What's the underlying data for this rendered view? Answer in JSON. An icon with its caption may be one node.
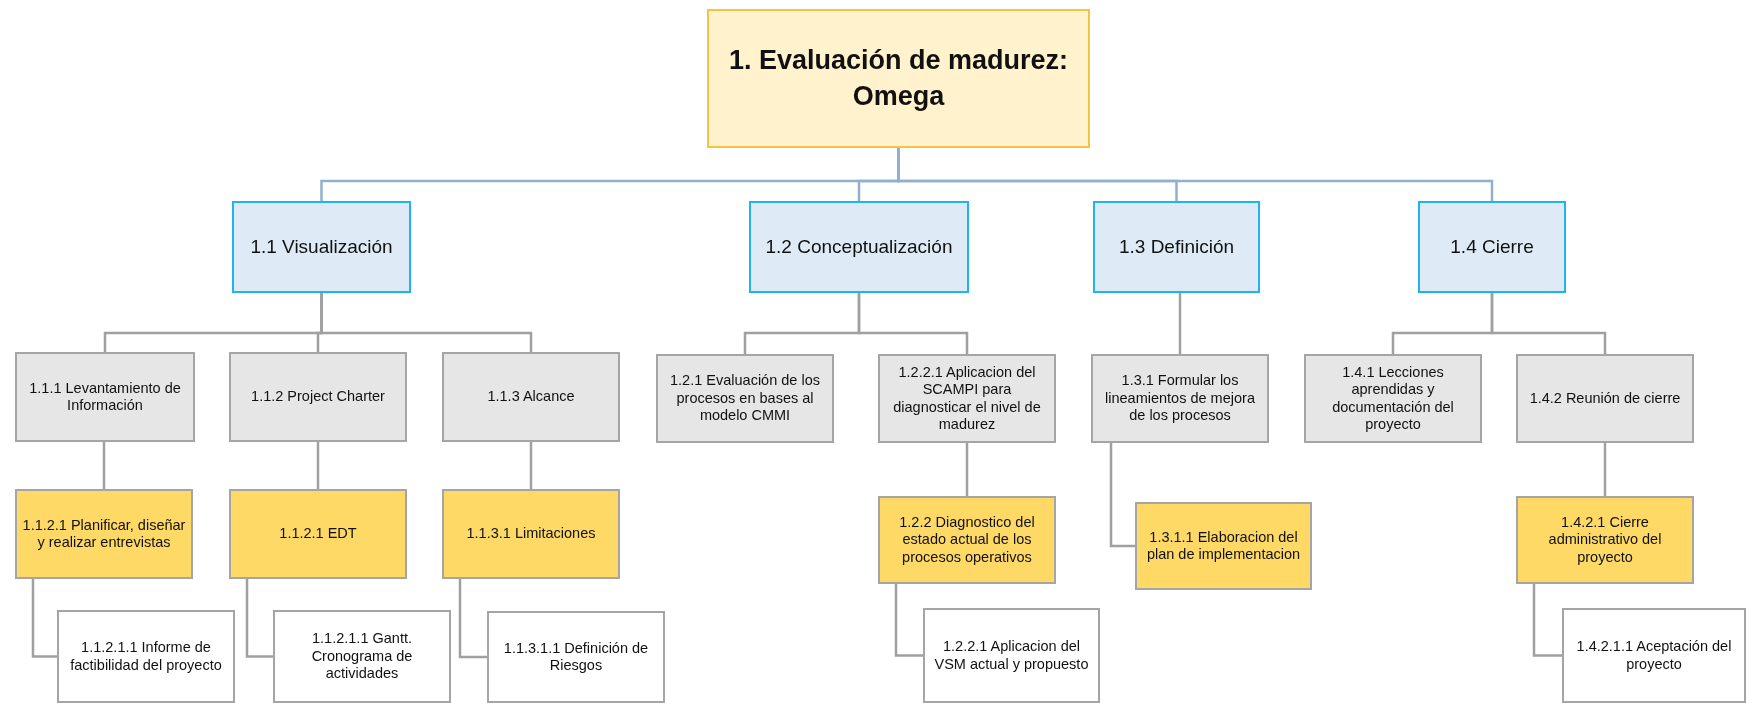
{
  "diagram": {
    "nodes": [
      {
        "text": [
          "1. Evaluación de madurez: Omega"
        ]
      },
      {
        "text": [
          "1.1 Visualización"
        ]
      },
      {
        "text": [
          "1.2 Conceptualización"
        ]
      },
      {
        "text": [
          "1.3 Definición"
        ]
      },
      {
        "text": [
          "1.4 Cierre"
        ]
      },
      {
        "text": [
          "1.1.1 Levantamiento de Información"
        ]
      },
      {
        "text": [
          "1.1.2 Project Charter"
        ]
      },
      {
        "text": [
          "1.1.3 Alcance"
        ]
      },
      {
        "text": [
          "1.2.1 Evaluación de los procesos en bases al modelo CMMI"
        ]
      },
      {
        "text": [
          "1.2.2.1 Aplicacion del SCAMPI para diagnosticar el nivel de madurez"
        ]
      },
      {
        "text": [
          "1.3.1 Formular los lineamientos de mejora de los procesos"
        ]
      },
      {
        "text": [
          "1.4.1 Lecciones aprendidas y documentación del proyecto"
        ]
      },
      {
        "text": [
          "1.4.2 Reunión de cierre"
        ]
      },
      {
        "text": [
          "1.1.2.1 Planificar, diseñar y realizar entrevistas"
        ]
      },
      {
        "text": [
          "1.1.2.1 EDT"
        ]
      },
      {
        "text": [
          "1.1.3.1 Limitaciones"
        ]
      },
      {
        "text": [
          "1.2.2 Diagnostico del estado actual de los procesos operativos"
        ]
      },
      {
        "text": [
          "1.3.1.1 Elaboracion del plan de implementacion"
        ]
      },
      {
        "text": [
          "1.4.2.1 Cierre administrativo del proyecto"
        ]
      },
      {
        "text": [
          "1.1.2.1.1 Informe de factibilidad del proyecto"
        ]
      },
      {
        "text": [
          "1.1.2.1.1 Gantt. Cronograma de actividades"
        ]
      },
      {
        "text": [
          "1.1.3.1.1 Definición de Riesgos"
        ]
      },
      {
        "text": [
          "1.2.2.1 Aplicacion del VSM actual y propuesto"
        ]
      },
      {
        "text": [
          "1.4.2.1.1 Aceptación del proyecto"
        ]
      }
    ],
    "edges": [
      {
        "from": 0,
        "to": 1,
        "arrow": "none",
        "color": "#8fb0cf"
      },
      {
        "from": 0,
        "to": 2,
        "arrow": "none",
        "color": "#8fb0cf"
      },
      {
        "from": 0,
        "to": 3,
        "arrow": "none",
        "color": "#8fb0cf"
      },
      {
        "from": 0,
        "to": 4,
        "arrow": "none",
        "color": "#8fb0cf"
      },
      {
        "from": 1,
        "to": 5,
        "arrow": "none"
      },
      {
        "from": 1,
        "to": 6,
        "arrow": "none"
      },
      {
        "from": 1,
        "to": 7,
        "arrow": "none"
      },
      {
        "from": 2,
        "to": 8,
        "arrow": "none"
      },
      {
        "from": 2,
        "to": 9,
        "arrow": "none"
      },
      {
        "from": 3,
        "to": 10,
        "arrow": "none"
      },
      {
        "from": 4,
        "to": 11,
        "arrow": "none"
      },
      {
        "from": 4,
        "to": 12,
        "arrow": "none"
      },
      {
        "from": 5,
        "to": 13,
        "arrow": "none"
      },
      {
        "from": 6,
        "to": 14,
        "arrow": "none"
      },
      {
        "from": 7,
        "to": 15,
        "arrow": "none"
      },
      {
        "from": 9,
        "to": 16,
        "arrow": "none"
      },
      {
        "from": 10,
        "to": 17,
        "arrow": "none"
      },
      {
        "from": 12,
        "to": 18,
        "arrow": "none"
      },
      {
        "from": 13,
        "to": 19,
        "arrow": "none"
      },
      {
        "from": 14,
        "to": 20,
        "arrow": "none"
      },
      {
        "from": 15,
        "to": 21,
        "arrow": "none"
      },
      {
        "from": 16,
        "to": 22,
        "arrow": "none"
      },
      {
        "from": 18,
        "to": 23,
        "arrow": "none"
      }
    ]
  }
}
